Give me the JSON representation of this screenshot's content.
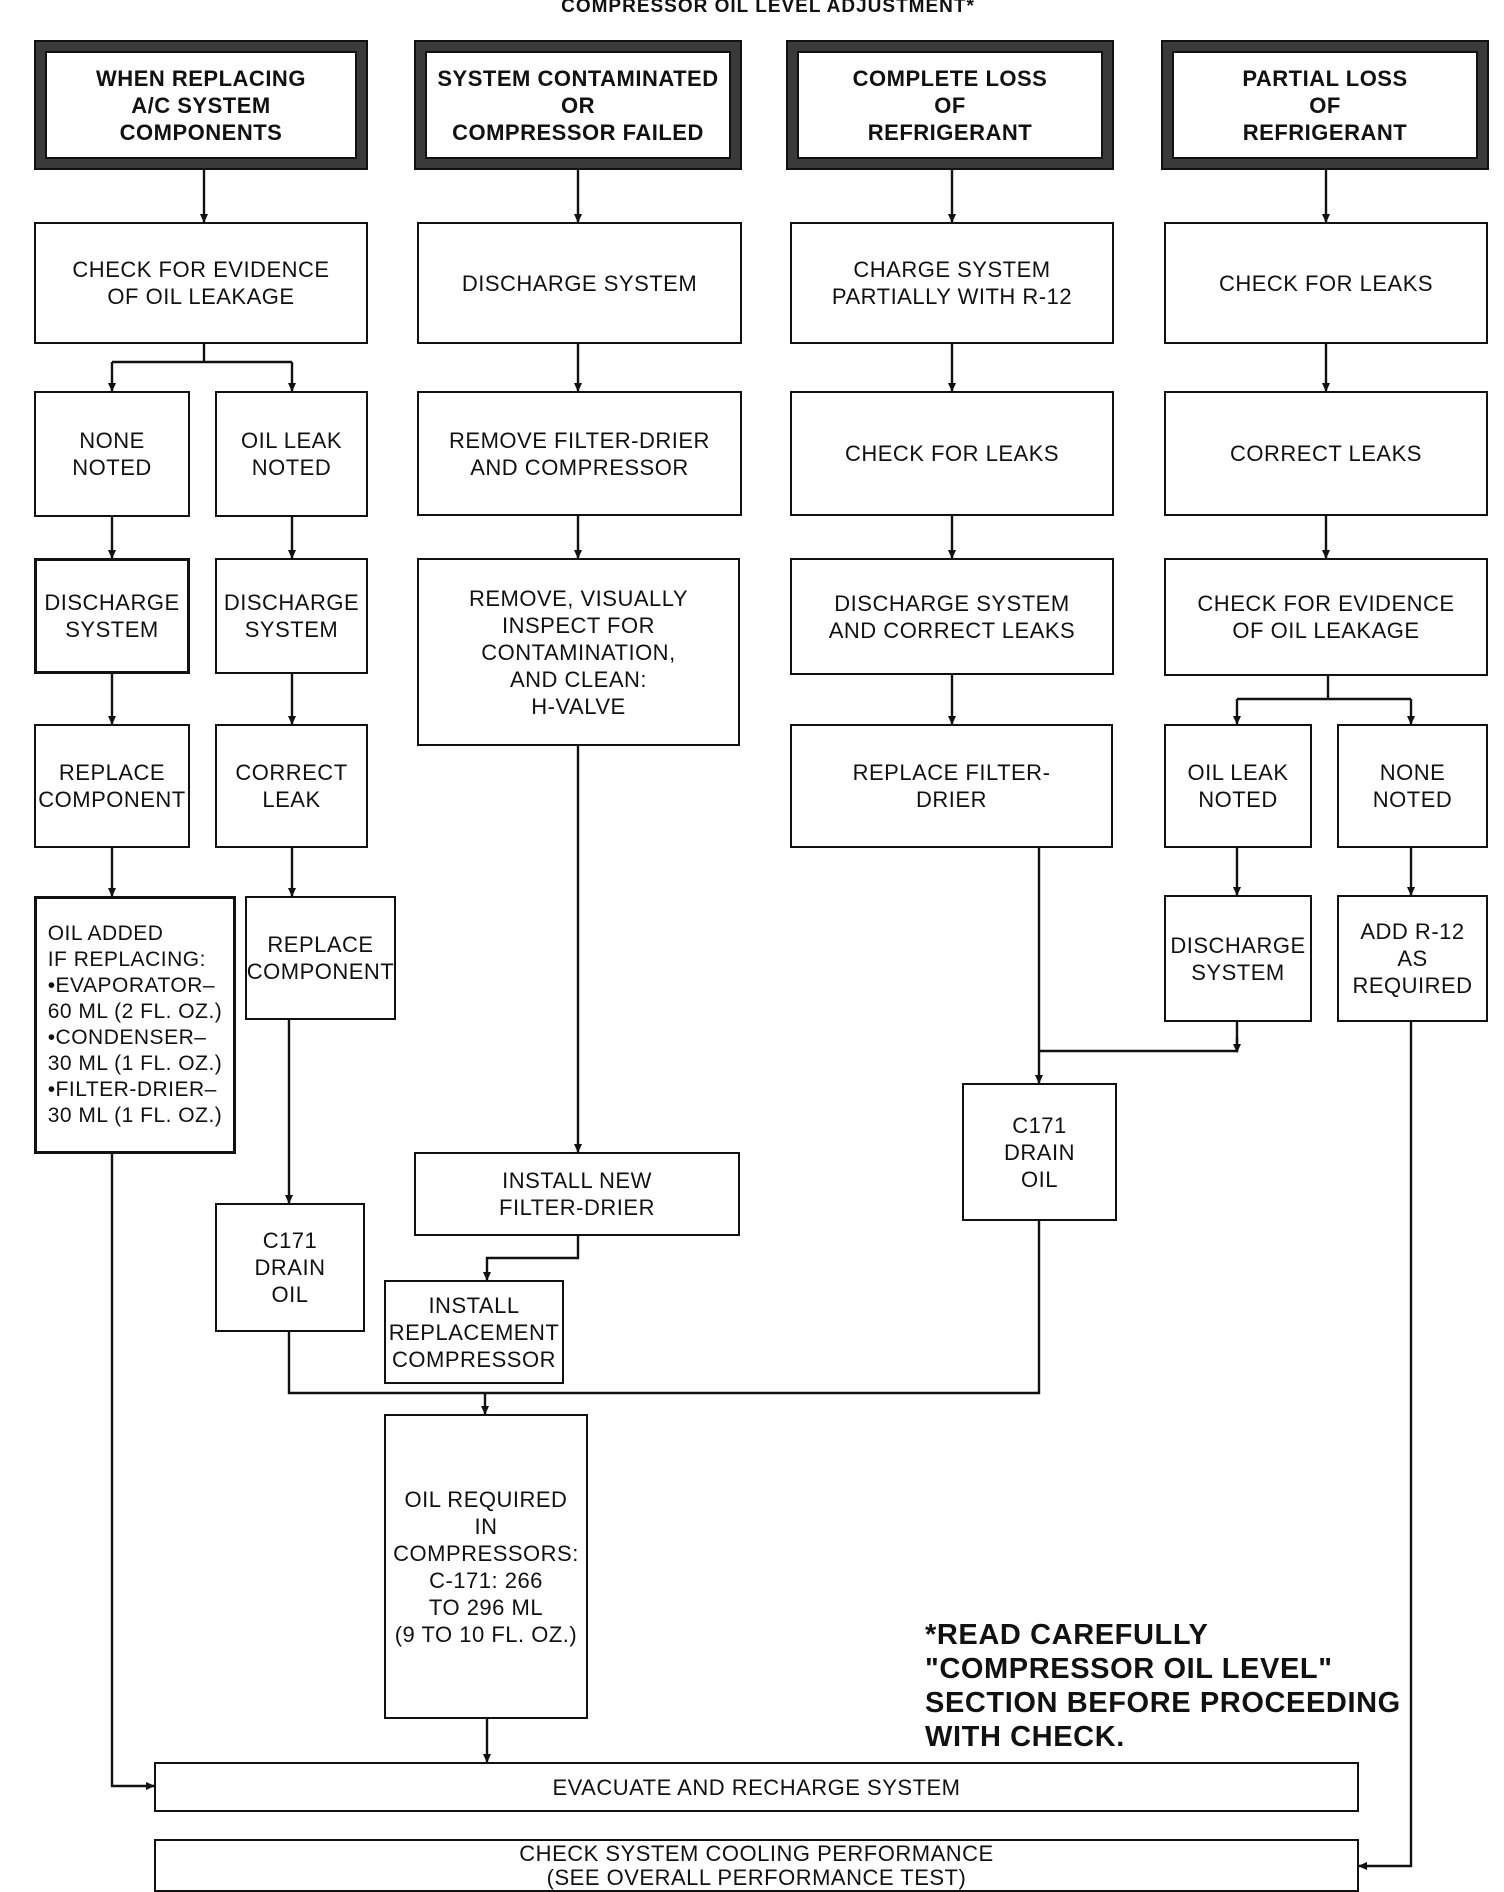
{
  "title": "COMPRESSOR OIL LEVEL ADJUSTMENT*",
  "headers": {
    "replacing": "WHEN REPLACING\nA/C SYSTEM\nCOMPONENTS",
    "contaminated": "SYSTEM CONTAMINATED\nOR\nCOMPRESSOR FAILED",
    "complete_loss": "COMPLETE LOSS\nOF\nREFRIGERANT",
    "partial_loss": "PARTIAL LOSS\nOF\nREFRIGERANT"
  },
  "col1": {
    "check_leakage": "CHECK FOR EVIDENCE\nOF OIL LEAKAGE",
    "none_noted": "NONE\nNOTED",
    "oil_leak_noted": "OIL LEAK\nNOTED",
    "discharge_a": "DISCHARGE\nSYSTEM",
    "discharge_b": "DISCHARGE\nSYSTEM",
    "replace_component_a": "REPLACE\nCOMPONENT",
    "correct_leak": "CORRECT\nLEAK",
    "oil_added": "OIL ADDED\nIF REPLACING:\n•EVAPORATOR–\n60 ML (2 FL. OZ.)\n•CONDENSER–\n30 ML (1 FL. OZ.)\n•FILTER-DRIER–\n30 ML (1 FL. OZ.)",
    "replace_component_b": "REPLACE\nCOMPONENT",
    "c171_drain": "C171\nDRAIN\nOIL"
  },
  "col2": {
    "discharge": "DISCHARGE SYSTEM",
    "remove_filter": "REMOVE FILTER-DRIER\nAND COMPRESSOR",
    "inspect": "REMOVE, VISUALLY\nINSPECT FOR\nCONTAMINATION,\nAND CLEAN:\nH-VALVE",
    "install_filter": "INSTALL NEW\nFILTER-DRIER",
    "install_compressor": "INSTALL\nREPLACEMENT\nCOMPRESSOR",
    "oil_required": "OIL REQUIRED\nIN COMPRESSORS:\nC-171: 266\nTO 296 ML\n(9 TO 10 FL. OZ.)"
  },
  "col3": {
    "charge_partial": "CHARGE SYSTEM\nPARTIALLY WITH R-12",
    "check_leaks": "CHECK FOR LEAKS",
    "discharge_correct": "DISCHARGE SYSTEM\nAND CORRECT LEAKS",
    "replace_filter": "REPLACE FILTER-\nDRIER",
    "c171_drain": "C171\nDRAIN\nOIL"
  },
  "col4": {
    "check_leaks": "CHECK FOR LEAKS",
    "correct_leaks": "CORRECT LEAKS",
    "check_leakage": "CHECK FOR EVIDENCE\nOF OIL LEAKAGE",
    "oil_leak_noted": "OIL LEAK\nNOTED",
    "none_noted": "NONE\nNOTED",
    "discharge": "DISCHARGE\nSYSTEM",
    "add_r12": "ADD R-12\nAS REQUIRED"
  },
  "bottom": {
    "evacuate": "EVACUATE AND RECHARGE SYSTEM",
    "check_cooling": "CHECK SYSTEM COOLING PERFORMANCE\n(SEE OVERALL PERFORMANCE TEST)"
  },
  "read_note": "*READ CAREFULLY\n\"COMPRESSOR OIL LEVEL\"\nSECTION BEFORE PROCEEDING\nWITH CHECK."
}
